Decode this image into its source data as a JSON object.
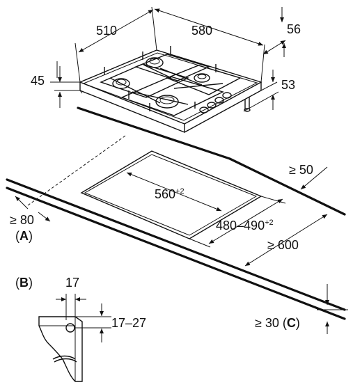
{
  "dimensions": {
    "depth": "510",
    "width": "580",
    "top_margin": "56",
    "height": "45",
    "knob_depth": "53",
    "cutout_width": "560",
    "cutout_width_tol": "+2",
    "cutout_depth": "480–490",
    "cutout_depth_tol": "+2",
    "back_clearance": "≥ 50",
    "front_clearance": "≥ 80",
    "min_worktop_depth": "≥ 600",
    "bracket_width": "17",
    "bracket_range": "17–27",
    "worktop_thickness": "≥ 30"
  },
  "callouts": {
    "a": "A",
    "b": "B",
    "c": "C"
  }
}
